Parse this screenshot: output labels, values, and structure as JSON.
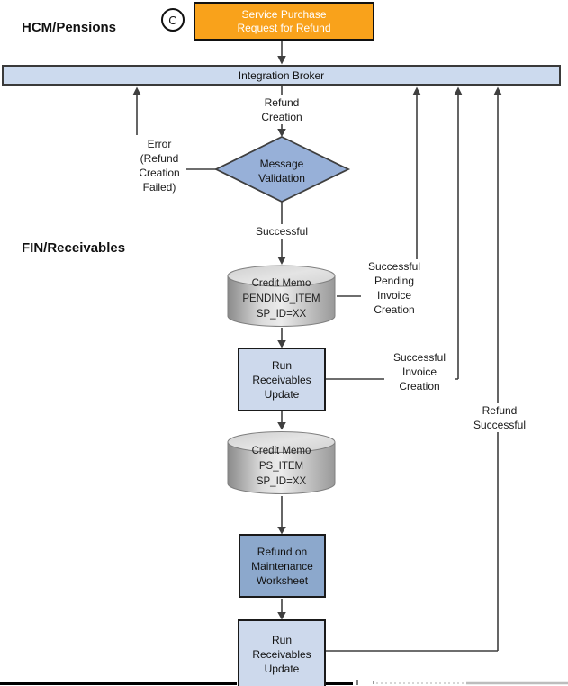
{
  "regions": {
    "hcm": "HCM/Pensions",
    "fin": "FIN/Receivables"
  },
  "connector_c": {
    "label": "C"
  },
  "nodes": {
    "service_purchase_request": {
      "label": "Service Purchase Request for Refund"
    },
    "integration_broker": {
      "label": "Integration Broker"
    },
    "message_validation": {
      "label": "Message Validation"
    },
    "credit_memo_pending": {
      "title": "Credit Memo",
      "table": "PENDING_ITEM",
      "id": "SP_ID=XX"
    },
    "run_receivables_update_1": {
      "label": "Run Receivables Update"
    },
    "credit_memo_ps": {
      "title": "Credit Memo",
      "table": "PS_ITEM",
      "id": "SP_ID=XX"
    },
    "refund_maintenance_worksheet": {
      "label": "Refund on Maintenance Worksheet"
    },
    "run_receivables_update_2": {
      "label": "Run Receivables Update"
    }
  },
  "edge_labels": {
    "refund_creation": "Refund Creation",
    "error": "Error (Refund Creation Failed)",
    "successful": "Successful",
    "successful_pending_invoice_creation": "Successful Pending Invoice Creation",
    "successful_invoice_creation": "Successful Invoice Creation",
    "refund_successful": "Refund Successful"
  },
  "colors": {
    "request_node_fill": "#F9A21B",
    "broker_fill": "#CCDAEE",
    "validation_diamond_fill": "#97B0D8",
    "process_box_fill": "#CDD9EC",
    "worksheet_box_fill": "#8CA8CC",
    "connector_line": "#3F3F3F"
  }
}
